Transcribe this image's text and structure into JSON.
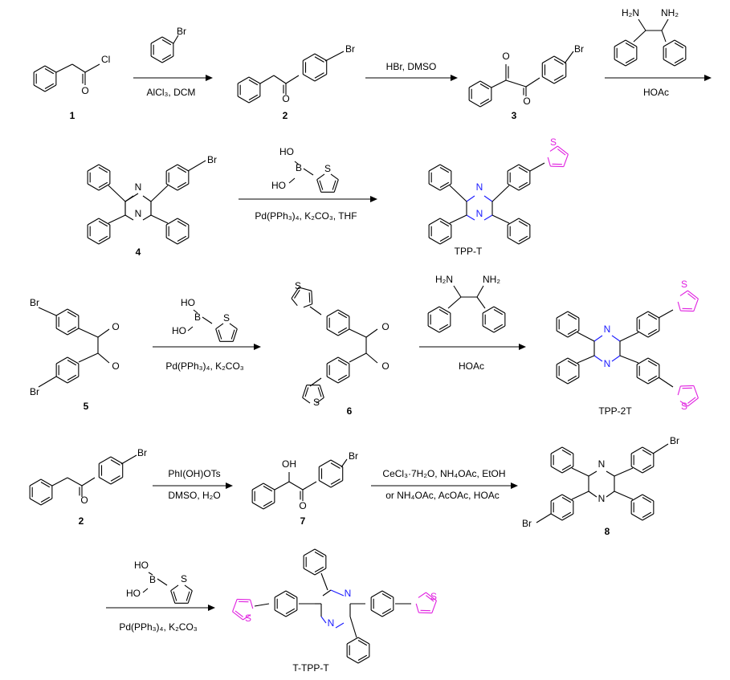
{
  "colors": {
    "bond": "#000000",
    "nitrogen": "#1a1aff",
    "sulfur": "#e020e0"
  },
  "atoms": {
    "Br": "Br",
    "Cl": "Cl",
    "O": "O",
    "N": "N",
    "S": "S",
    "HO": "HO",
    "B": "B",
    "OH": "OH",
    "H2N": "H₂N",
    "NH2": "NH₂"
  },
  "compounds": {
    "c1": "1",
    "c2": "2",
    "c3": "3",
    "c4": "4",
    "c5": "5",
    "c6": "6",
    "c7": "7",
    "c8": "8",
    "tppt": "TPP-T",
    "tpp2t": "TPP-2T",
    "ttppt": "T-TPP-T"
  },
  "conditions": {
    "r1": "AlCl₃, DCM",
    "r2": "HBr, DMSO",
    "r3": "HOAc",
    "r4": "Pd(PPh₃)₄, K₂CO₃, THF",
    "r5": "Pd(PPh₃)₄, K₂CO₃",
    "r6": "HOAc",
    "r7a": "PhI(OH)OTs",
    "r7b": "DMSO, H₂O",
    "r8a": "CeCl₃·7H₂O, NH₄OAc, EtOH",
    "r8b": "or NH₄OAc, AcOAc, HOAc",
    "r9": "Pd(PPh₃)₄, K₂CO₃"
  }
}
